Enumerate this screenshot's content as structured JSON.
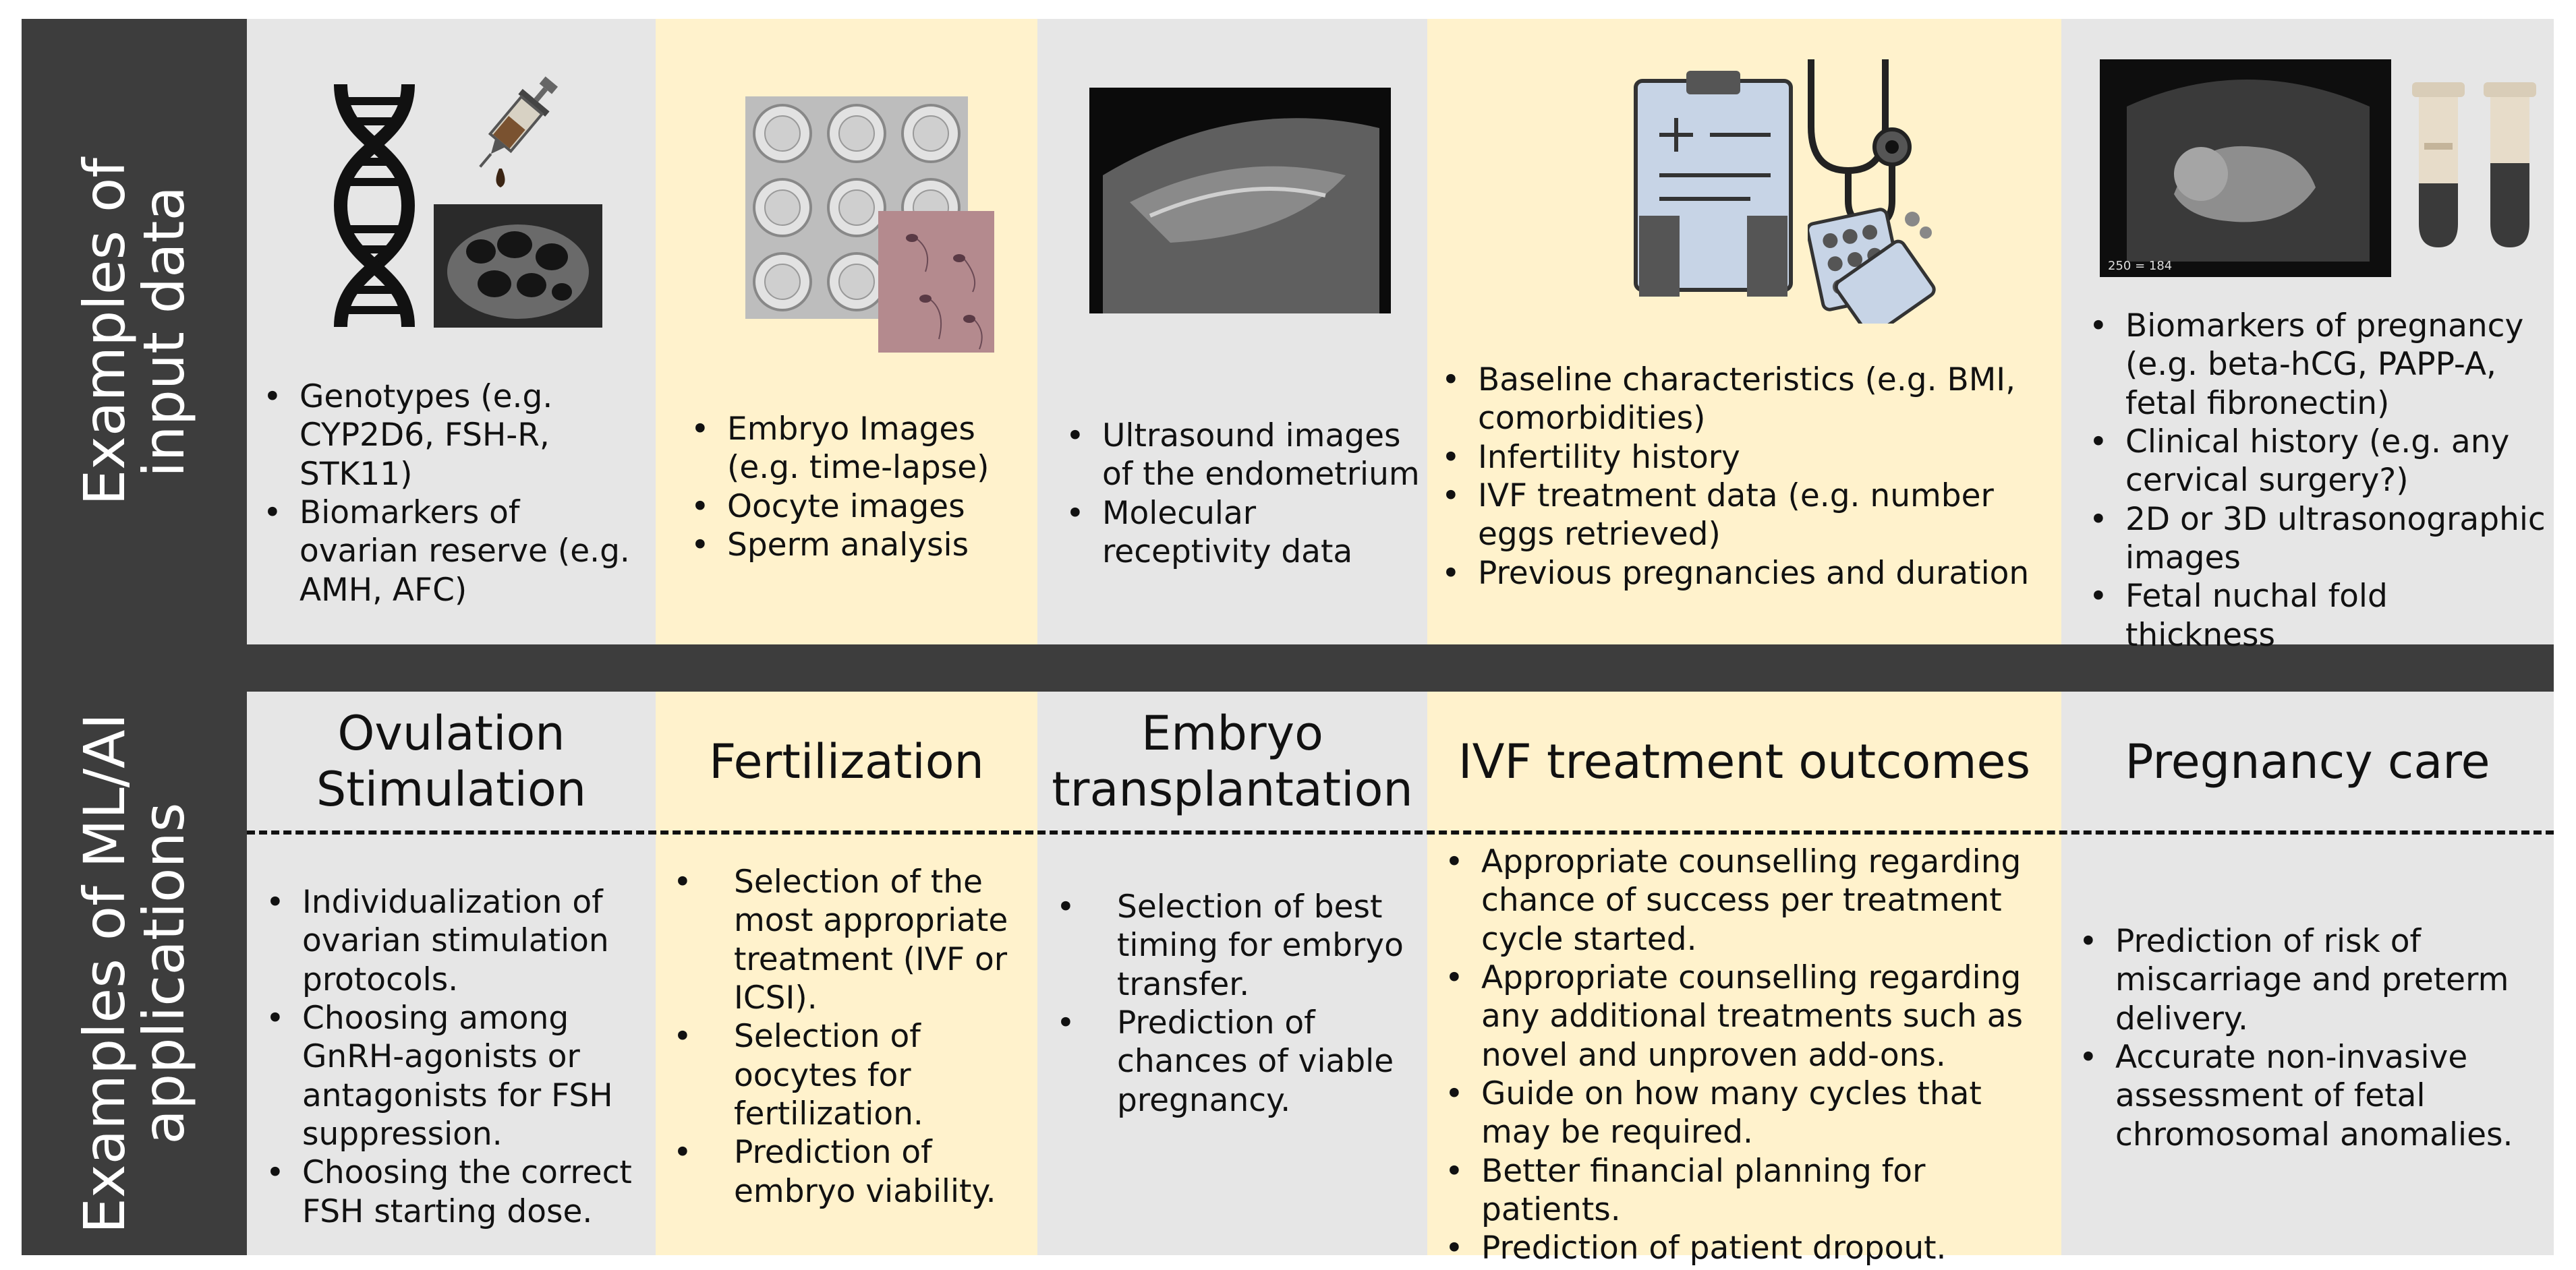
{
  "row_labels": {
    "input": "Examples of input data",
    "input_line1": "Examples of",
    "input_line2": "input data",
    "applications": "Examples of ML/AI applications",
    "applications_line1": "Examples of  ML/AI",
    "applications_line2": "applications"
  },
  "columns": [
    {
      "id": "ovulation",
      "title_line1": "Ovulation",
      "title_line2": "Stimulation",
      "inputs": [
        "Genotypes (e.g. CYP2D6, FSH-R, STK11)",
        "Biomarkers of ovarian reserve (e.g. AMH, AFC)"
      ],
      "applications": [
        "Individualization of ovarian stimulation protocols.",
        "Choosing among GnRH-agonists or antagonists for FSH suppression.",
        "Choosing the correct FSH starting dose."
      ]
    },
    {
      "id": "fertilization",
      "title_line1": "Fertilization",
      "title_line2": "",
      "inputs": [
        "Embryo Images (e.g. time-lapse)",
        "Oocyte images",
        "Sperm analysis"
      ],
      "applications": [
        "Selection of the most appropriate treatment (IVF or ICSI).",
        "Selection of oocytes for fertilization.",
        "Prediction of embryo viability."
      ]
    },
    {
      "id": "embryo",
      "title_line1": "Embryo",
      "title_line2": "transplantation",
      "inputs": [
        "Ultrasound images of the endometrium",
        "Molecular receptivity data"
      ],
      "applications": [
        "Selection of best timing for embryo transfer.",
        "Prediction of chances of viable pregnancy."
      ]
    },
    {
      "id": "ivf",
      "title_line1": "IVF treatment outcomes",
      "title_line2": "",
      "inputs": [
        "Baseline characteristics (e.g. BMI, comorbidities)",
        "Infertility history",
        "IVF treatment data (e.g. number eggs retrieved)",
        "Previous pregnancies and duration"
      ],
      "applications": [
        "Appropriate counselling regarding chance of success per treatment cycle started.",
        "Appropriate counselling regarding any additional treatments such as novel and unproven add-ons.",
        "Guide on how many cycles that may be required.",
        "Better financial planning for patients.",
        "Prediction of patient dropout."
      ]
    },
    {
      "id": "pregnancy",
      "title_line1": "Pregnancy care",
      "title_line2": "",
      "inputs": [
        "Biomarkers of pregnancy (e.g. beta-hCG, PAPP-A, fetal fibronectin)",
        "Clinical history (e.g. any cervical surgery?)",
        "2D or 3D ultrasonographic images",
        "Fetal nuchal fold thickness"
      ],
      "applications": [
        "Prediction of risk of miscarriage and preterm delivery.",
        "Accurate non-invasive assessment of fetal chromosomal anomalies."
      ]
    }
  ],
  "image_texts": {
    "ultrasound_scale": "250 = 184"
  },
  "colors": {
    "dark": "#3d3d3d",
    "gray_column": "#e6e6e6",
    "yellow_column": "#fff2cc"
  },
  "icons": [
    "dna-icon",
    "syringe-icon",
    "ovary-ultrasound-image",
    "embryo-grid-image",
    "sperm-image",
    "endometrium-ultrasound-image",
    "clipboard-icon",
    "stethoscope-icon",
    "pill-pack-icon",
    "fetal-ultrasound-image",
    "test-tube-icon"
  ]
}
